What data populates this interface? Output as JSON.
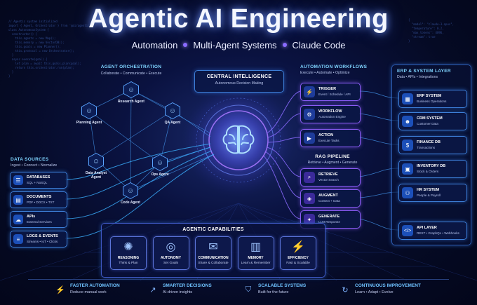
{
  "header": {
    "title": "Agentic AI Engineering",
    "subtitle_items": [
      "Automation",
      "Multi-Agent Systems",
      "Claude Code"
    ]
  },
  "code_left": "// Agentic system initialized\nimport { Agent, Orchestrator } from '@ai/agentic';\nclass AutonomousSystem {\n  constructor() {\n    this.agents = new Map();\n    this.memory = new VectorDB();\n    this.goals = new Planner();\n    this.protocol = new Orchestrator();\n  }\n  async execute(goal) {\n    let plan = await this.goals.plan(goal);\n    return this.orchestrator.run(plan);\n  }\n}",
  "code_right": "{\n  \"model\": \"claude-3-opus\",\n  \"temperature\": 0.2,\n  \"max_tokens\": 4096,\n  \"stream\": true\n}",
  "orchestration": {
    "title": "AGENT ORCHESTRATION",
    "subtitle": "Collaborate • Communicate • Execute",
    "agents": [
      {
        "label": "Research Agent",
        "icon": "robot-icon"
      },
      {
        "label": "Planning Agent",
        "icon": "robot-icon"
      },
      {
        "label": "QA Agent",
        "icon": "robot-icon"
      },
      {
        "label": "Data Analyst Agent",
        "icon": "robot-icon"
      },
      {
        "label": "Ops Agent",
        "icon": "robot-icon"
      },
      {
        "label": "Code Agent",
        "icon": "robot-icon"
      }
    ]
  },
  "central": {
    "title": "CENTRAL INTELLIGENCE",
    "subtitle": "Autonomous Decision Making",
    "icon": "brain-icon"
  },
  "data_sources": {
    "title": "DATA SOURCES",
    "subtitle": "Ingest • Connect • Normalize",
    "items": [
      {
        "title": "DATABASES",
        "sub": "SQL + NoSQL",
        "icon": "database-icon"
      },
      {
        "title": "DOCUMENTS",
        "sub": "PDF • DOCX • TXT",
        "icon": "document-icon"
      },
      {
        "title": "APIs",
        "sub": "External Services",
        "icon": "cloud-icon"
      },
      {
        "title": "LOGS & EVENTS",
        "sub": "Streams • IoT • Clicks",
        "icon": "logs-icon"
      }
    ]
  },
  "workflows": {
    "title": "AUTOMATION WORKFLOWS",
    "subtitle": "Execute • Automate • Optimize",
    "items": [
      {
        "title": "TRIGGER",
        "sub": "Event / Schedule / API",
        "icon": "lightning-icon"
      },
      {
        "title": "WORKFLOW",
        "sub": "Automation Engine",
        "icon": "gear-icon"
      },
      {
        "title": "ACTION",
        "sub": "Execute Tasks",
        "icon": "play-icon"
      }
    ]
  },
  "rag": {
    "title": "RAG PIPELINE",
    "subtitle": "Retrieve • Augment • Generate",
    "items": [
      {
        "title": "RETRIEVE",
        "sub": "Vector Search",
        "icon": "search-icon"
      },
      {
        "title": "AUGMENT",
        "sub": "Context + Data",
        "icon": "layers-icon"
      },
      {
        "title": "GENERATE",
        "sub": "LLM Response",
        "icon": "sparkle-icon"
      }
    ]
  },
  "erp": {
    "title": "ERP & SYSTEM LAYER",
    "subtitle": "Data • APIs • Integrations",
    "items": [
      {
        "title": "ERP SYSTEM",
        "sub": "Business Operations",
        "icon": "building-icon"
      },
      {
        "title": "CRM SYSTEM",
        "sub": "Customer Data",
        "icon": "user-icon"
      },
      {
        "title": "FINANCE DB",
        "sub": "Transactions",
        "icon": "dollar-icon"
      },
      {
        "title": "INVENTORY DB",
        "sub": "Stock & Orders",
        "icon": "box-icon"
      },
      {
        "title": "HR SYSTEM",
        "sub": "People & Payroll",
        "icon": "people-icon"
      },
      {
        "title": "API LAYER",
        "sub": "REST • GraphQL • Webhooks",
        "icon": "code-icon"
      }
    ]
  },
  "capabilities": {
    "title": "AGENTIC CAPABILITIES",
    "items": [
      {
        "title": "REASONING",
        "sub": "Think & Plan",
        "icon": "brain-icon"
      },
      {
        "title": "AUTONOMY",
        "sub": "Set Goals",
        "icon": "target-icon"
      },
      {
        "title": "COMMUNICATION",
        "sub": "Share & Collaborate",
        "icon": "chat-icon"
      },
      {
        "title": "MEMORY",
        "sub": "Learn & Remember",
        "icon": "book-icon"
      },
      {
        "title": "EFFICIENCY",
        "sub": "Fast & Scalable",
        "icon": "lightning-icon"
      }
    ]
  },
  "bottom": [
    {
      "title": "FASTER AUTOMATION",
      "sub": "Reduce manual work",
      "icon": "lightning-icon"
    },
    {
      "title": "SMARTER DECISIONS",
      "sub": "AI-driven insights",
      "icon": "chart-icon"
    },
    {
      "title": "SCALABLE SYSTEMS",
      "sub": "Built for the future",
      "icon": "shield-icon"
    },
    {
      "title": "CONTINUOUS IMPROVEMENT",
      "sub": "Learn • Adapt • Evolve",
      "icon": "cycle-icon"
    }
  ],
  "colors": {
    "background": "#050a24",
    "accent_blue": "#3d7fd8",
    "accent_purple": "#8b5cf6",
    "heading_cyan": "#7fd4ff"
  }
}
